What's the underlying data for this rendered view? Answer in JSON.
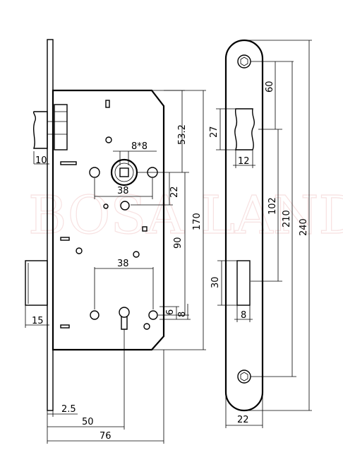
{
  "watermark": "BOSA LAND",
  "front_view": {
    "dimensions": {
      "latch_depth": "10",
      "square_spindle": "8*8",
      "spindle_offset_top": "53.2",
      "spindle_rosette_distance": "38",
      "spindle_to_bolt_offset": "22",
      "body_height": "170",
      "handle_to_key_distance": "90",
      "key_rosette_distance": "38",
      "key_offset_a": "6",
      "key_offset_b": "8",
      "deadbolt_throw": "15",
      "faceplate_thickness": "2.5",
      "backset": "50",
      "body_depth": "76"
    }
  },
  "faceplate_view": {
    "dimensions": {
      "top_screw_to_latch": "60",
      "latch_height": "27",
      "latch_width": "12",
      "latch_to_bolt_distance": "102",
      "screw_distance": "210",
      "faceplate_length": "240",
      "bolt_height": "30",
      "bolt_width": "8",
      "faceplate_width": "22"
    }
  }
}
